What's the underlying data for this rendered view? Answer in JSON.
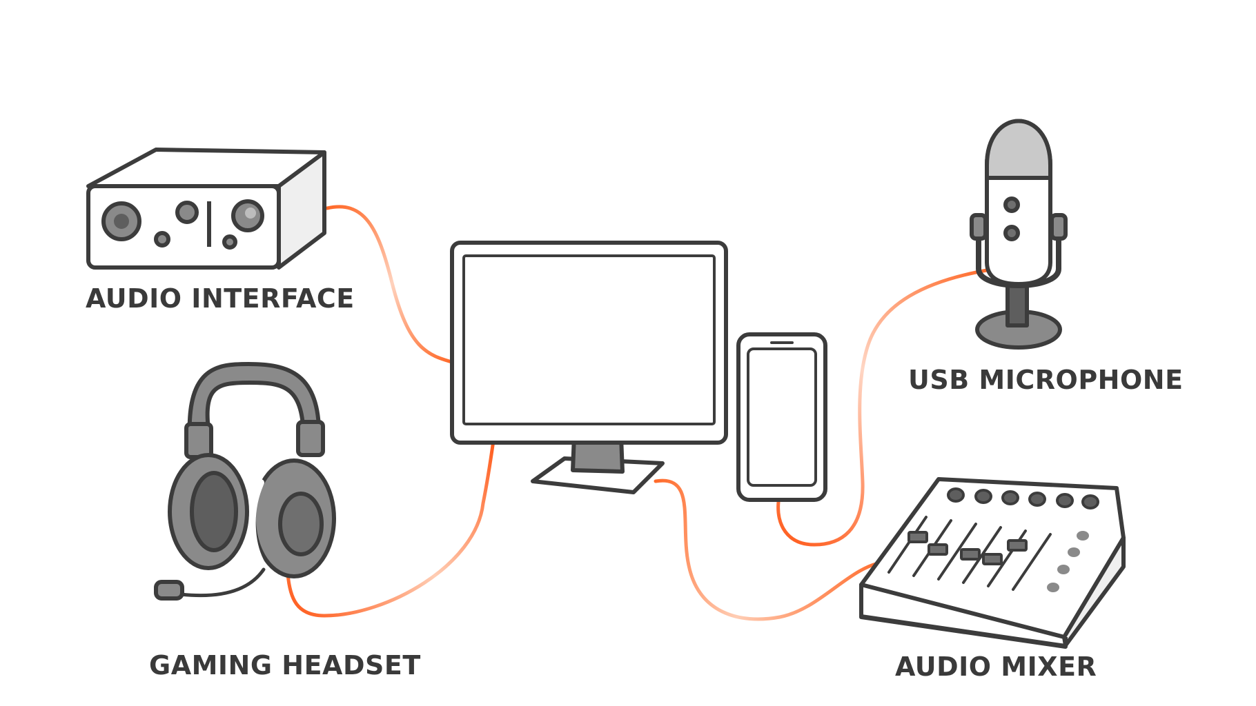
{
  "labels": {
    "audio_interface": "AUDIO INTERFACE",
    "gaming_headset": "GAMING HEADSET",
    "usb_microphone": "USB MICROPHONE",
    "audio_mixer": "AUDIO MIXER"
  },
  "colors": {
    "cable": "#ff6a2a",
    "cable_fade": "#ffd2bd",
    "outline": "#3c3c3c",
    "device_gray": "#8a8a8a",
    "device_dark": "#5e5e5e",
    "device_light": "#f1f1f1",
    "label": "#3a3a3a"
  }
}
